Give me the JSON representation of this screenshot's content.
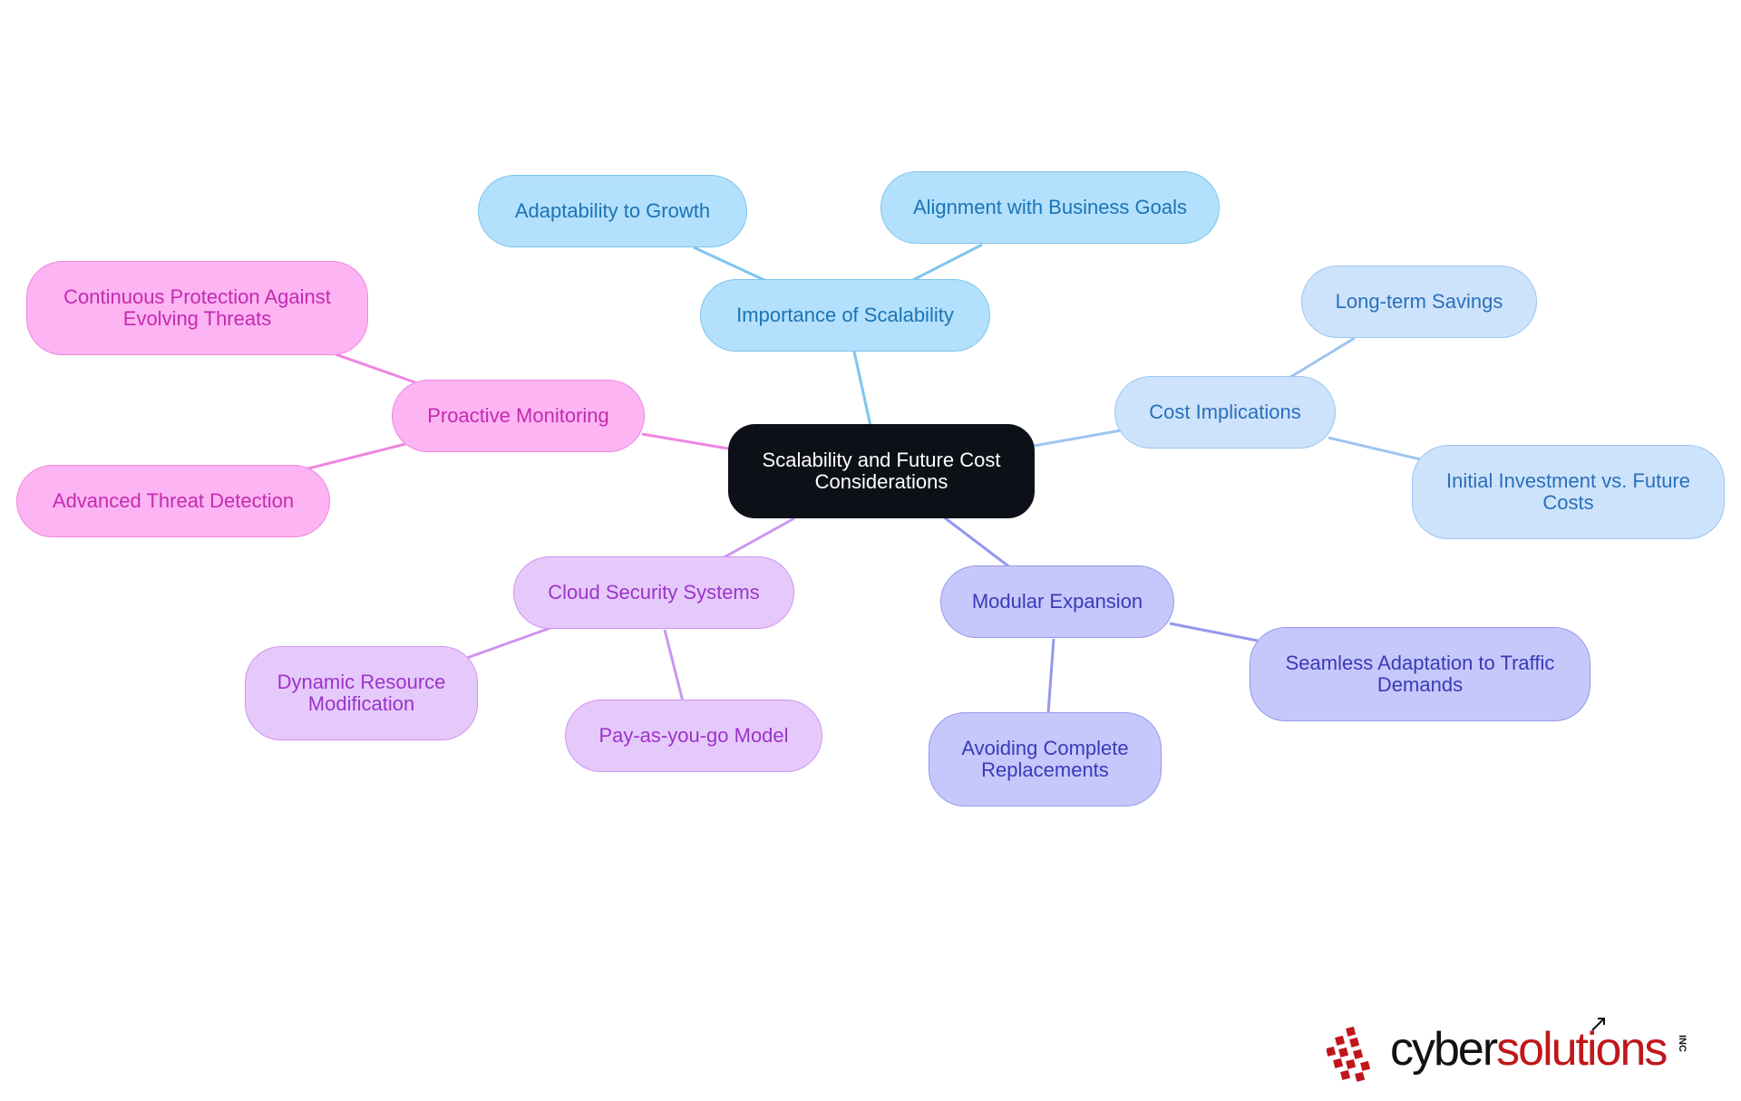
{
  "diagram": {
    "root": "Scalability and Future Cost Considerations",
    "branches": [
      {
        "label": "Importance of Scalability",
        "color": "#b3e0fc",
        "children": [
          "Adaptability to Growth",
          "Alignment with Business Goals"
        ]
      },
      {
        "label": "Cost Implications",
        "color": "#cde3fb",
        "children": [
          "Long-term Savings",
          "Initial Investment vs. Future Costs"
        ]
      },
      {
        "label": "Modular Expansion",
        "color": "#c6c8fb",
        "children": [
          "Seamless Adaptation to Traffic Demands",
          "Avoiding Complete Replacements"
        ]
      },
      {
        "label": "Cloud Security Systems",
        "color": "#e6c9fb",
        "children": [
          "Dynamic Resource Modification",
          "Pay-as-you-go Model"
        ]
      },
      {
        "label": "Proactive Monitoring",
        "color": "#fcb4f3",
        "children": [
          "Continuous Protection Against Evolving Threats",
          "Advanced Threat Detection"
        ]
      }
    ]
  },
  "logo": {
    "part1": "cyber",
    "part2": "solutions",
    "suffix": "INC",
    "colors": {
      "dark": "#111111",
      "red": "#c0161b"
    }
  }
}
